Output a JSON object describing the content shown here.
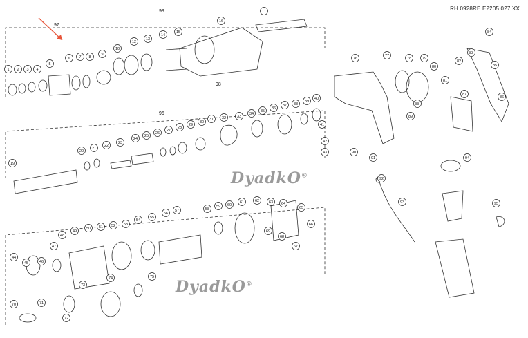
{
  "header": {
    "model_code": "RH 0928RE E2205.027.XX"
  },
  "watermarks": [
    "DyadkO",
    "DyadkO"
  ],
  "watermark_mark": "®",
  "accent_color": "#e8553a",
  "callouts": {
    "group_top_left": "97",
    "group_top_center": "99",
    "group_middle": "96",
    "group_side": "98",
    "top_row": [
      "1",
      "2",
      "3",
      "4",
      "5",
      "6",
      "7",
      "8",
      "9",
      "10",
      "12",
      "13",
      "14",
      "15",
      "16",
      "11"
    ],
    "middle_row": [
      "19",
      "20",
      "21",
      "22",
      "23",
      "24",
      "25",
      "26",
      "27",
      "28",
      "29",
      "30",
      "31",
      "32",
      "33",
      "34",
      "35",
      "36",
      "37",
      "38",
      "39",
      "40",
      "41",
      "42",
      "43"
    ],
    "lower_row": [
      "44",
      "45",
      "46",
      "47",
      "48",
      "49",
      "50",
      "51",
      "52",
      "53",
      "54",
      "55",
      "56",
      "57",
      "58",
      "59",
      "60",
      "61",
      "62",
      "63",
      "64",
      "65",
      "66",
      "67",
      "68",
      "69",
      "70",
      "71",
      "72",
      "73",
      "74",
      "75"
    ],
    "right_side": [
      "76",
      "77",
      "78",
      "79",
      "80",
      "81",
      "82",
      "83",
      "84",
      "85",
      "86",
      "87",
      "88",
      "89",
      "90",
      "91",
      "92",
      "93",
      "94",
      "95"
    ]
  }
}
